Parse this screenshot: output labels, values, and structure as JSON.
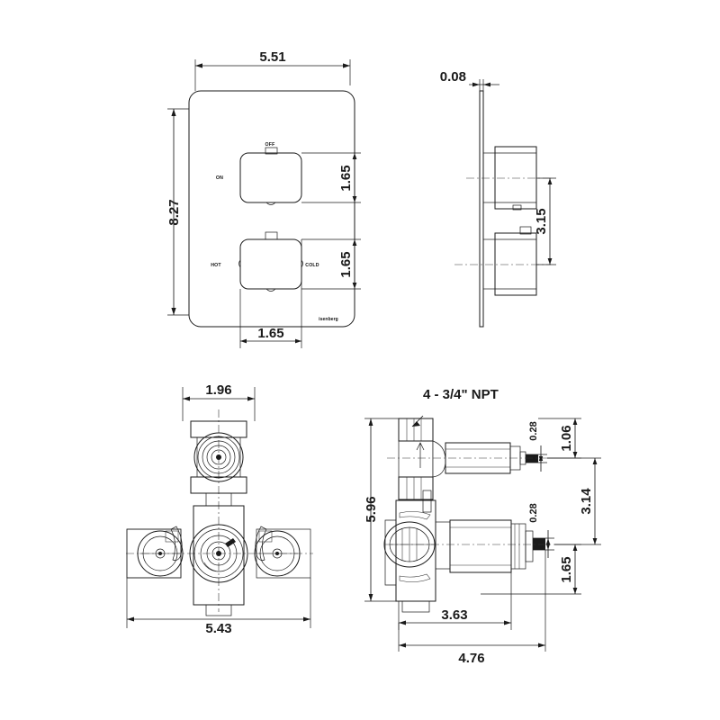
{
  "document": {
    "type": "technical-dimension-drawing",
    "subject": "Thermostatic shower valve trim plate and rough-in valve body",
    "units": "inches",
    "line_color": "#1a1a1a",
    "background_color": "#ffffff"
  },
  "views": {
    "front_plate": {
      "name": "Trim plate front view",
      "labels": {
        "off": "OFF",
        "on": "ON",
        "hot": "HOT",
        "cold": "COLD",
        "logo": "isenberg"
      },
      "dimensions": {
        "width": "5.51",
        "height": "8.27",
        "handle_upper_height": "1.65",
        "handle_lower_height": "1.65",
        "handle_offset": "1.65"
      }
    },
    "side_plate": {
      "name": "Trim plate side view",
      "dimensions": {
        "plate_thickness": "0.08",
        "handle_spacing": "3.15"
      }
    },
    "valve_front": {
      "name": "Valve body front view",
      "dimensions": {
        "top_port_width": "1.96",
        "overall_width": "5.43"
      }
    },
    "valve_side": {
      "name": "Valve body side view",
      "callout": "4 - 3/4\" NPT",
      "dimensions": {
        "overall_height": "5.96",
        "upper_stem": "0.28",
        "lower_stem": "0.28",
        "top_to_upper_stem": "1.06",
        "stem_spacing": "3.14",
        "bottom_to_lower_stem": "1.65",
        "body_depth": "3.63",
        "overall_depth": "4.76"
      }
    }
  }
}
